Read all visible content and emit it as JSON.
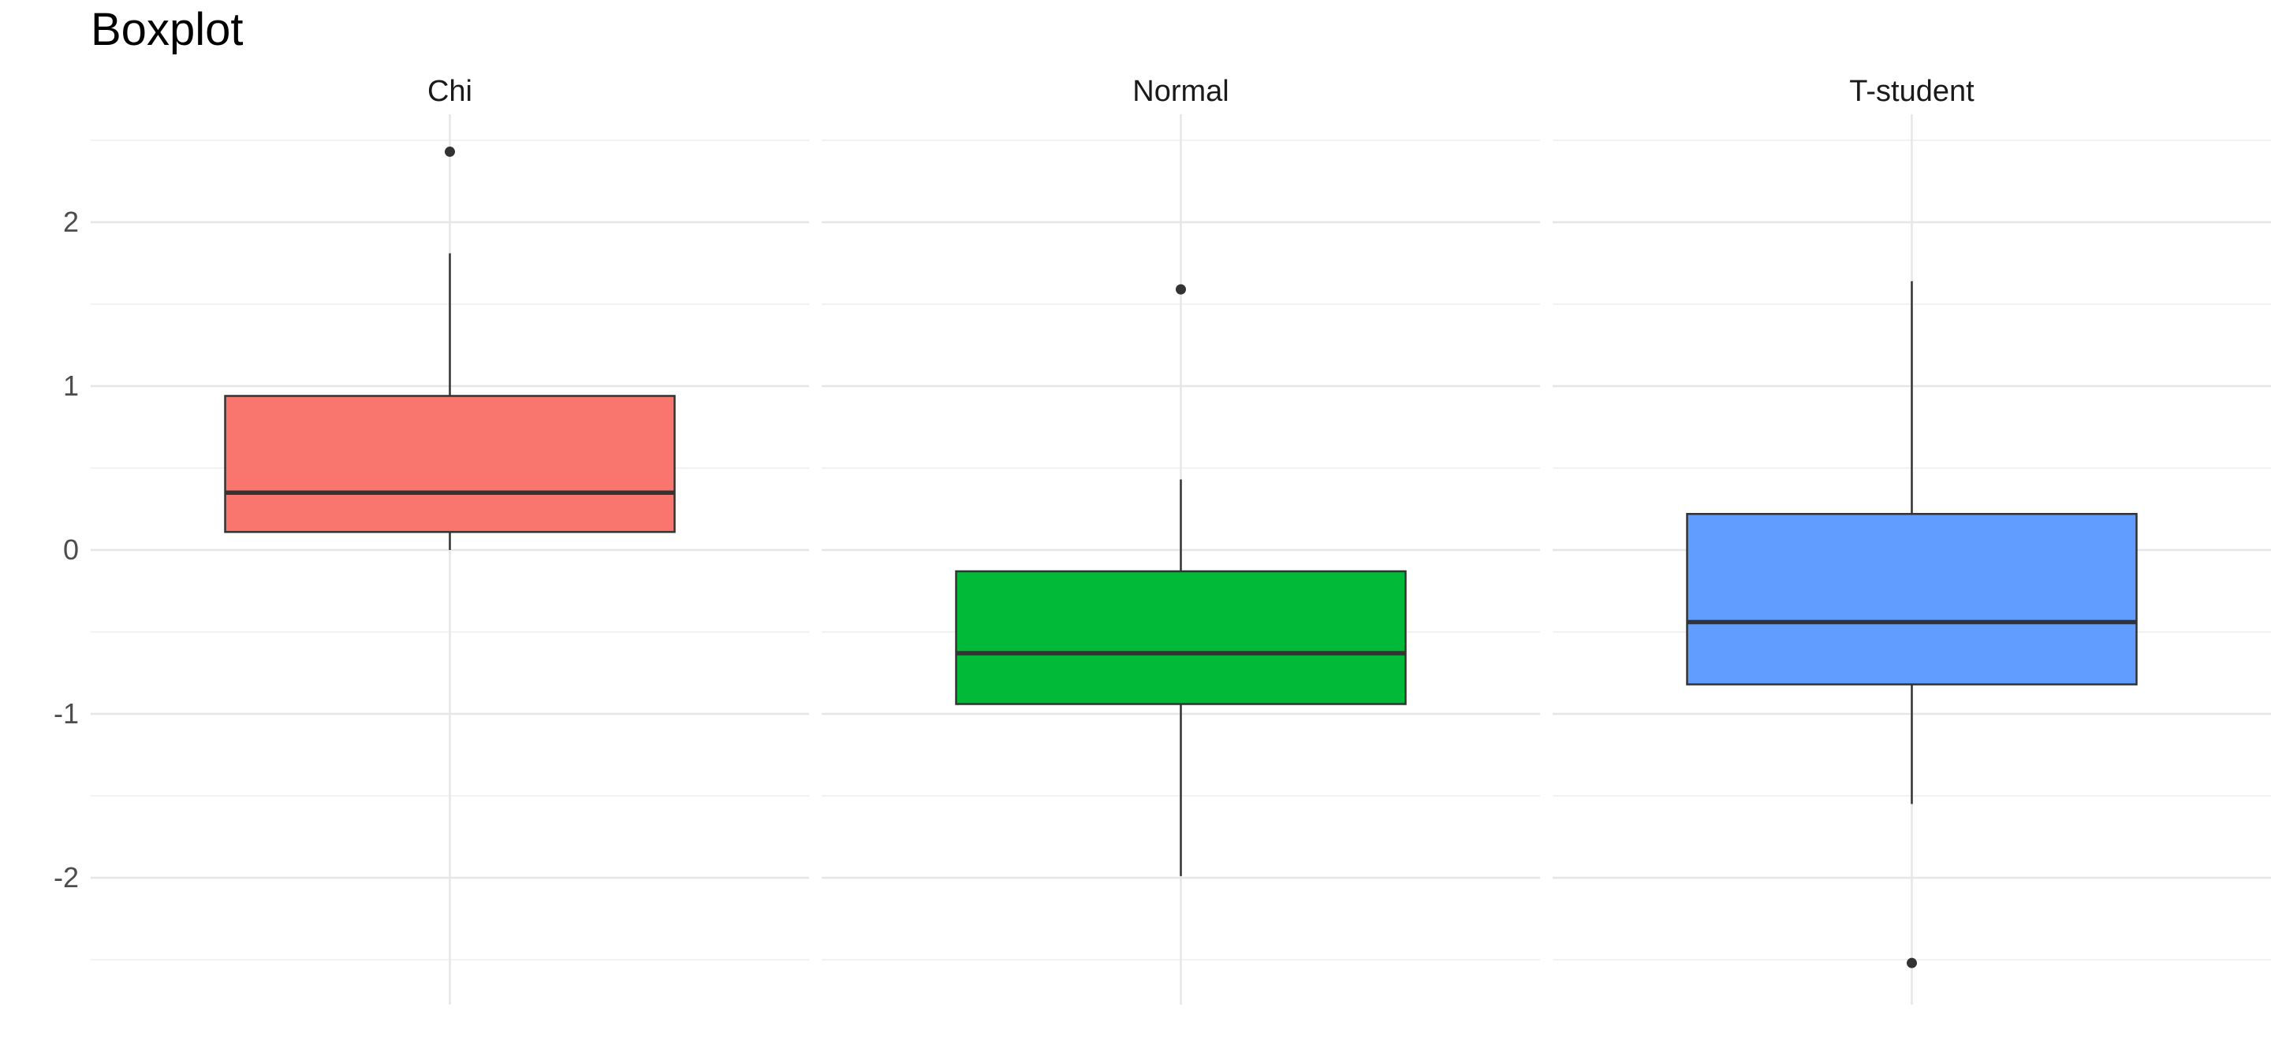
{
  "chart_data": {
    "type": "boxplot",
    "title": "Boxplot",
    "xlabel": "",
    "ylabel": "",
    "ylim": [
      -2.75,
      2.65
    ],
    "yticks": [
      -2,
      -1,
      0,
      1,
      2
    ],
    "tick_labels": [
      "-2",
      "-1",
      "0",
      "1",
      "2"
    ],
    "grid": true,
    "legend": "none",
    "facets": [
      {
        "label": "Chi",
        "color": "#F8766D",
        "whisker_low": 0.0,
        "q1": 0.11,
        "median": 0.35,
        "q3": 0.94,
        "whisker_high": 1.81,
        "outliers": [
          2.43
        ]
      },
      {
        "label": "Normal",
        "color": "#00BA38",
        "whisker_low": -1.99,
        "q1": -0.94,
        "median": -0.63,
        "q3": -0.13,
        "whisker_high": 0.43,
        "outliers": [
          1.59
        ]
      },
      {
        "label": "T-student",
        "color": "#619CFF",
        "whisker_low": -1.55,
        "q1": -0.82,
        "median": -0.44,
        "q3": 0.22,
        "whisker_high": 1.64,
        "outliers": [
          -2.52
        ]
      }
    ]
  }
}
